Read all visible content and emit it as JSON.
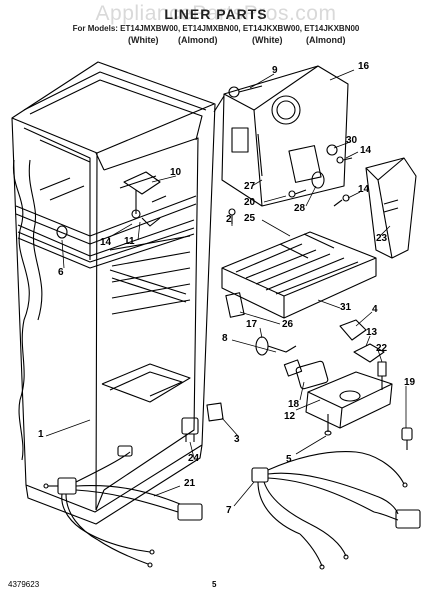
{
  "header": {
    "watermark": "AppliancePartsPros.com",
    "title": "LINER PARTS",
    "models": "For Models: ET14JMXBW00, ET14JMXBN00, ET14JKXBW00, ET14JKXBN00",
    "colors": [
      "(White)",
      "(Almond)",
      "(White)",
      "(Almond)"
    ]
  },
  "callouts": [
    "9",
    "16",
    "10",
    "30",
    "14",
    "27",
    "20",
    "28",
    "14",
    "2",
    "25",
    "23",
    "11",
    "14",
    "6",
    "26",
    "31",
    "4",
    "17",
    "8",
    "13",
    "22",
    "18",
    "12",
    "19",
    "3",
    "24",
    "5",
    "1",
    "21",
    "7"
  ],
  "footer": {
    "doc_number": "4379623",
    "page": "5"
  }
}
